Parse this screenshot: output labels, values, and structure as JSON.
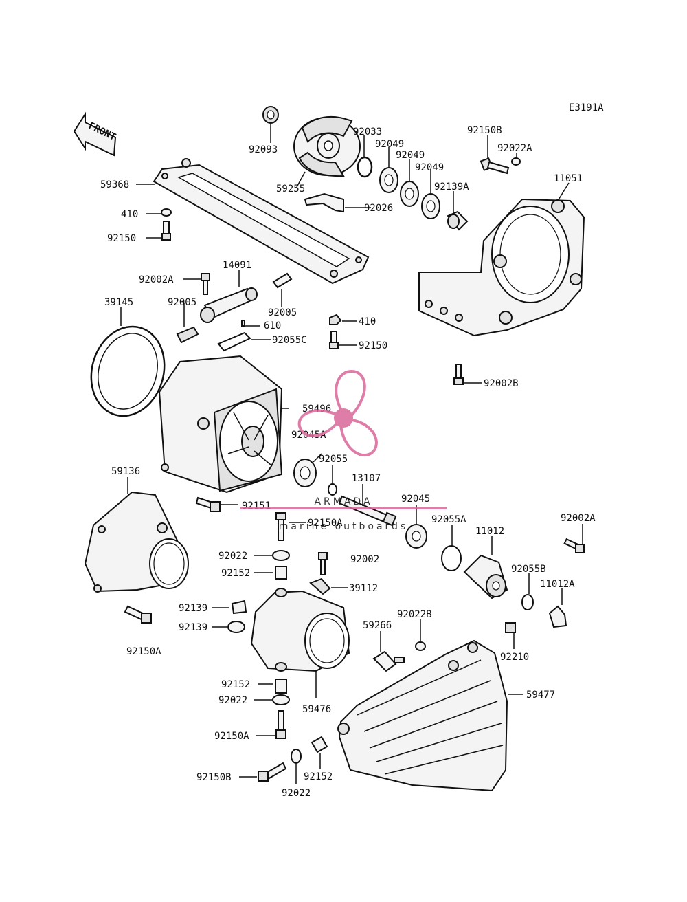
{
  "diagram": {
    "code": "E3191A",
    "front_label": "FRONT",
    "labels": [
      {
        "id": "l-92093",
        "text": "92093"
      },
      {
        "id": "l-92033",
        "text": "92033"
      },
      {
        "id": "l-92049a",
        "text": "92049"
      },
      {
        "id": "l-92049b",
        "text": "92049"
      },
      {
        "id": "l-92049c",
        "text": "92049"
      },
      {
        "id": "l-92150b-top",
        "text": "92150B"
      },
      {
        "id": "l-92022a",
        "text": "92022A"
      },
      {
        "id": "l-11051",
        "text": "11051"
      },
      {
        "id": "l-59368",
        "text": "59368"
      },
      {
        "id": "l-59255",
        "text": "59255"
      },
      {
        "id": "l-92139a",
        "text": "92139A"
      },
      {
        "id": "l-92026",
        "text": "92026"
      },
      {
        "id": "l-410-top",
        "text": "410"
      },
      {
        "id": "l-92150-top",
        "text": "92150"
      },
      {
        "id": "l-14091",
        "text": "14091"
      },
      {
        "id": "l-92002a-top",
        "text": "92002A"
      },
      {
        "id": "l-92005-left",
        "text": "92005"
      },
      {
        "id": "l-92005-right",
        "text": "92005"
      },
      {
        "id": "l-39145",
        "text": "39145"
      },
      {
        "id": "l-610",
        "text": "610"
      },
      {
        "id": "l-410-mid",
        "text": "410"
      },
      {
        "id": "l-92055c",
        "text": "92055C"
      },
      {
        "id": "l-92150-mid",
        "text": "92150"
      },
      {
        "id": "l-92002b",
        "text": "92002B"
      },
      {
        "id": "l-59496",
        "text": "59496"
      },
      {
        "id": "l-92045a",
        "text": "92045A"
      },
      {
        "id": "l-92055",
        "text": "92055"
      },
      {
        "id": "l-59136",
        "text": "59136"
      },
      {
        "id": "l-13107",
        "text": "13107"
      },
      {
        "id": "l-92151",
        "text": "92151"
      },
      {
        "id": "l-92045",
        "text": "92045"
      },
      {
        "id": "l-92150a-top",
        "text": "92150A"
      },
      {
        "id": "l-92055a",
        "text": "92055A"
      },
      {
        "id": "l-92002a-right",
        "text": "92002A"
      },
      {
        "id": "l-11012",
        "text": "11012"
      },
      {
        "id": "l-92022-top",
        "text": "92022"
      },
      {
        "id": "l-92002",
        "text": "92002"
      },
      {
        "id": "l-92152-top",
        "text": "92152"
      },
      {
        "id": "l-39112",
        "text": "39112"
      },
      {
        "id": "l-92055b",
        "text": "92055B"
      },
      {
        "id": "l-11012a",
        "text": "11012A"
      },
      {
        "id": "l-92139-a",
        "text": "92139"
      },
      {
        "id": "l-92139-b",
        "text": "92139"
      },
      {
        "id": "l-92022b",
        "text": "92022B"
      },
      {
        "id": "l-59266",
        "text": "59266"
      },
      {
        "id": "l-92210",
        "text": "92210"
      },
      {
        "id": "l-92150a-left",
        "text": "92150A"
      },
      {
        "id": "l-92152-mid",
        "text": "92152"
      },
      {
        "id": "l-92022-mid",
        "text": "92022"
      },
      {
        "id": "l-59476",
        "text": "59476"
      },
      {
        "id": "l-59477",
        "text": "59477"
      },
      {
        "id": "l-92150a-bottom",
        "text": "92150A"
      },
      {
        "id": "l-92150b-bottom",
        "text": "92150B"
      },
      {
        "id": "l-92152-bottom",
        "text": "92152"
      },
      {
        "id": "l-92022-bottom",
        "text": "92022"
      }
    ]
  },
  "watermark": {
    "name": "ARMADA",
    "tagline": "marine outboards",
    "name_color": "#3a3a3a",
    "accent_color": "#d9679a"
  }
}
